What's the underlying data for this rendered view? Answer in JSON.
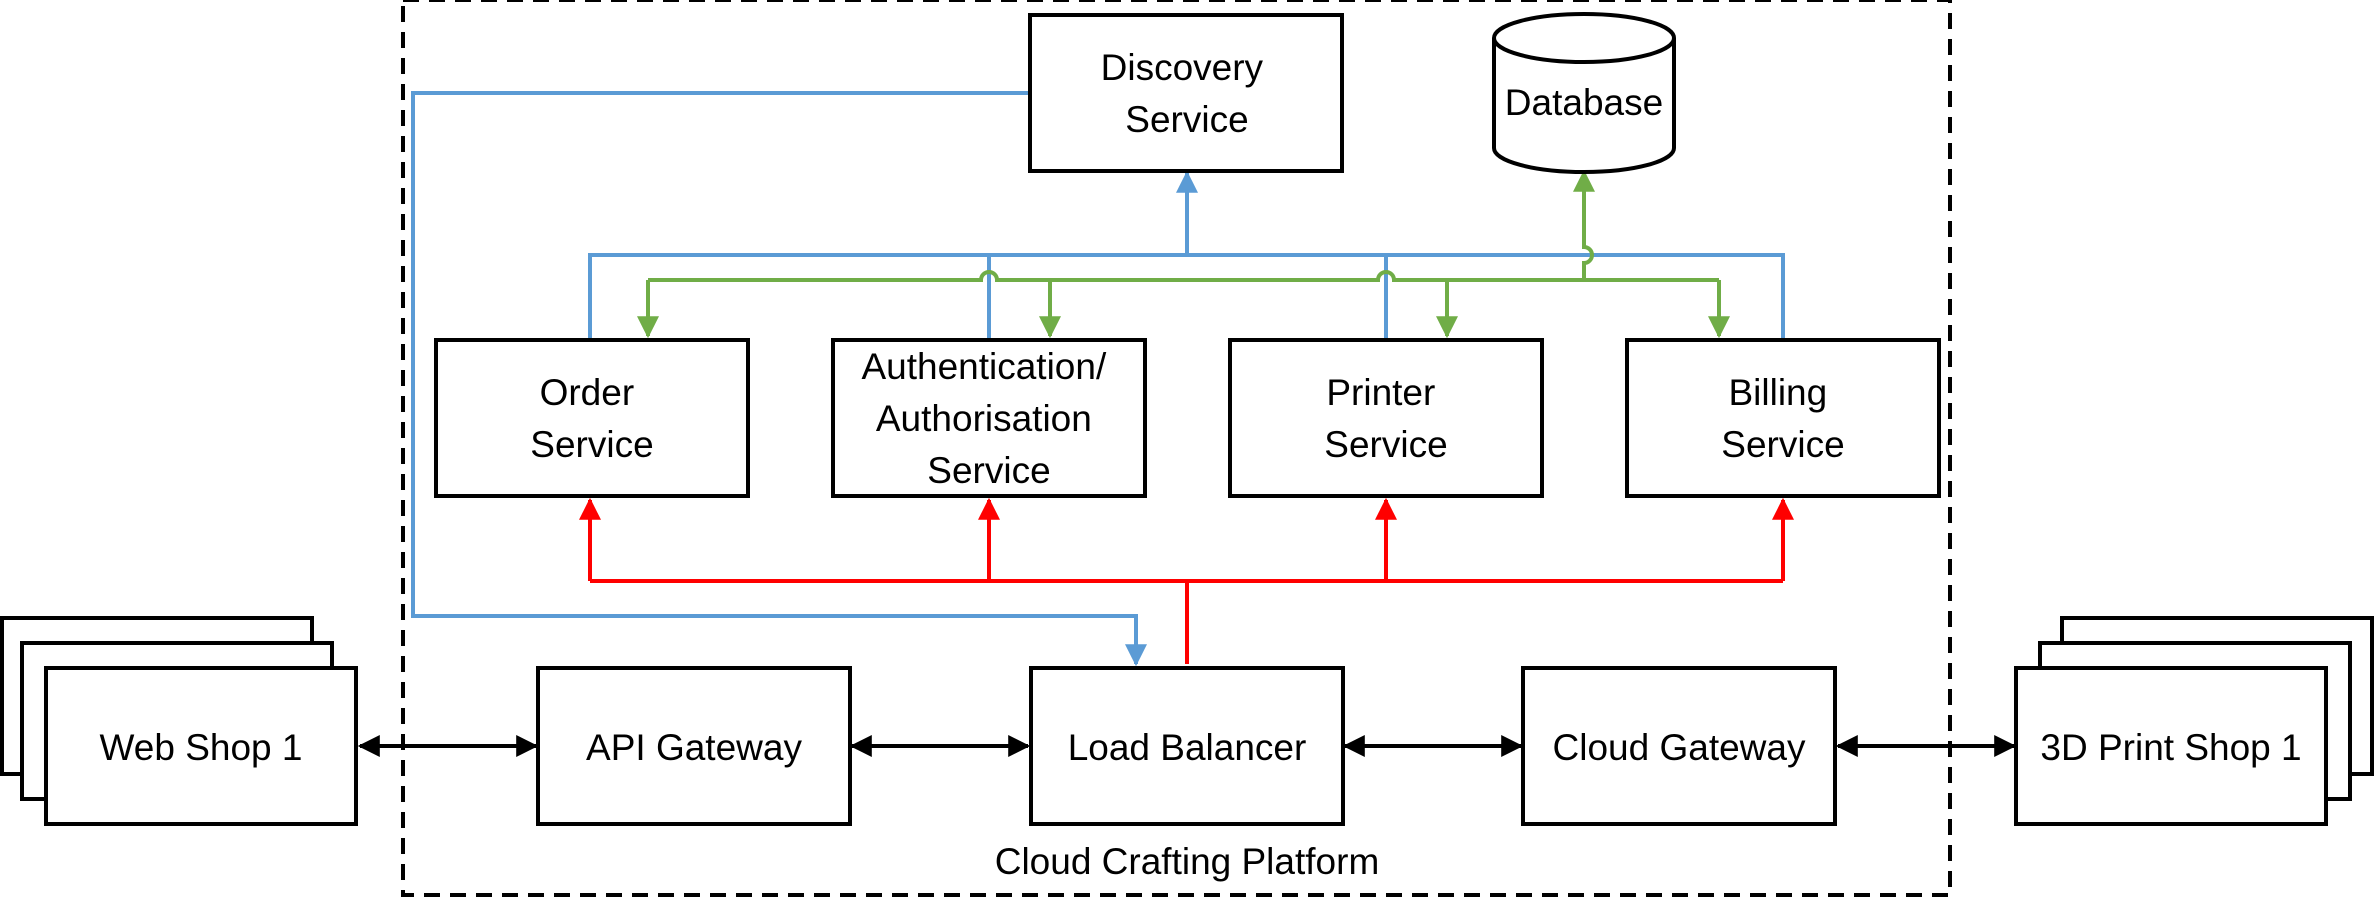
{
  "platform_label": "Cloud Crafting Platform",
  "nodes": {
    "discovery": [
      "Discovery",
      "Service"
    ],
    "database": [
      "Database"
    ],
    "order": [
      "Order",
      "Service"
    ],
    "auth": [
      "Authentication/",
      "Authorisation",
      "Service"
    ],
    "printer": [
      "Printer",
      "Service"
    ],
    "billing": [
      "Billing",
      "Service"
    ],
    "web_shop": [
      "Web Shop 1"
    ],
    "api_gateway": [
      "API Gateway"
    ],
    "load_balancer": [
      "Load Balancer"
    ],
    "cloud_gateway": [
      "Cloud Gateway"
    ],
    "print_shop": [
      "3D Print Shop 1"
    ]
  },
  "colors": {
    "discovery_links": "#5b9bd5",
    "database_links": "#70ad47",
    "load_balancer_links": "#ff0000",
    "gateway_links": "#000000"
  }
}
